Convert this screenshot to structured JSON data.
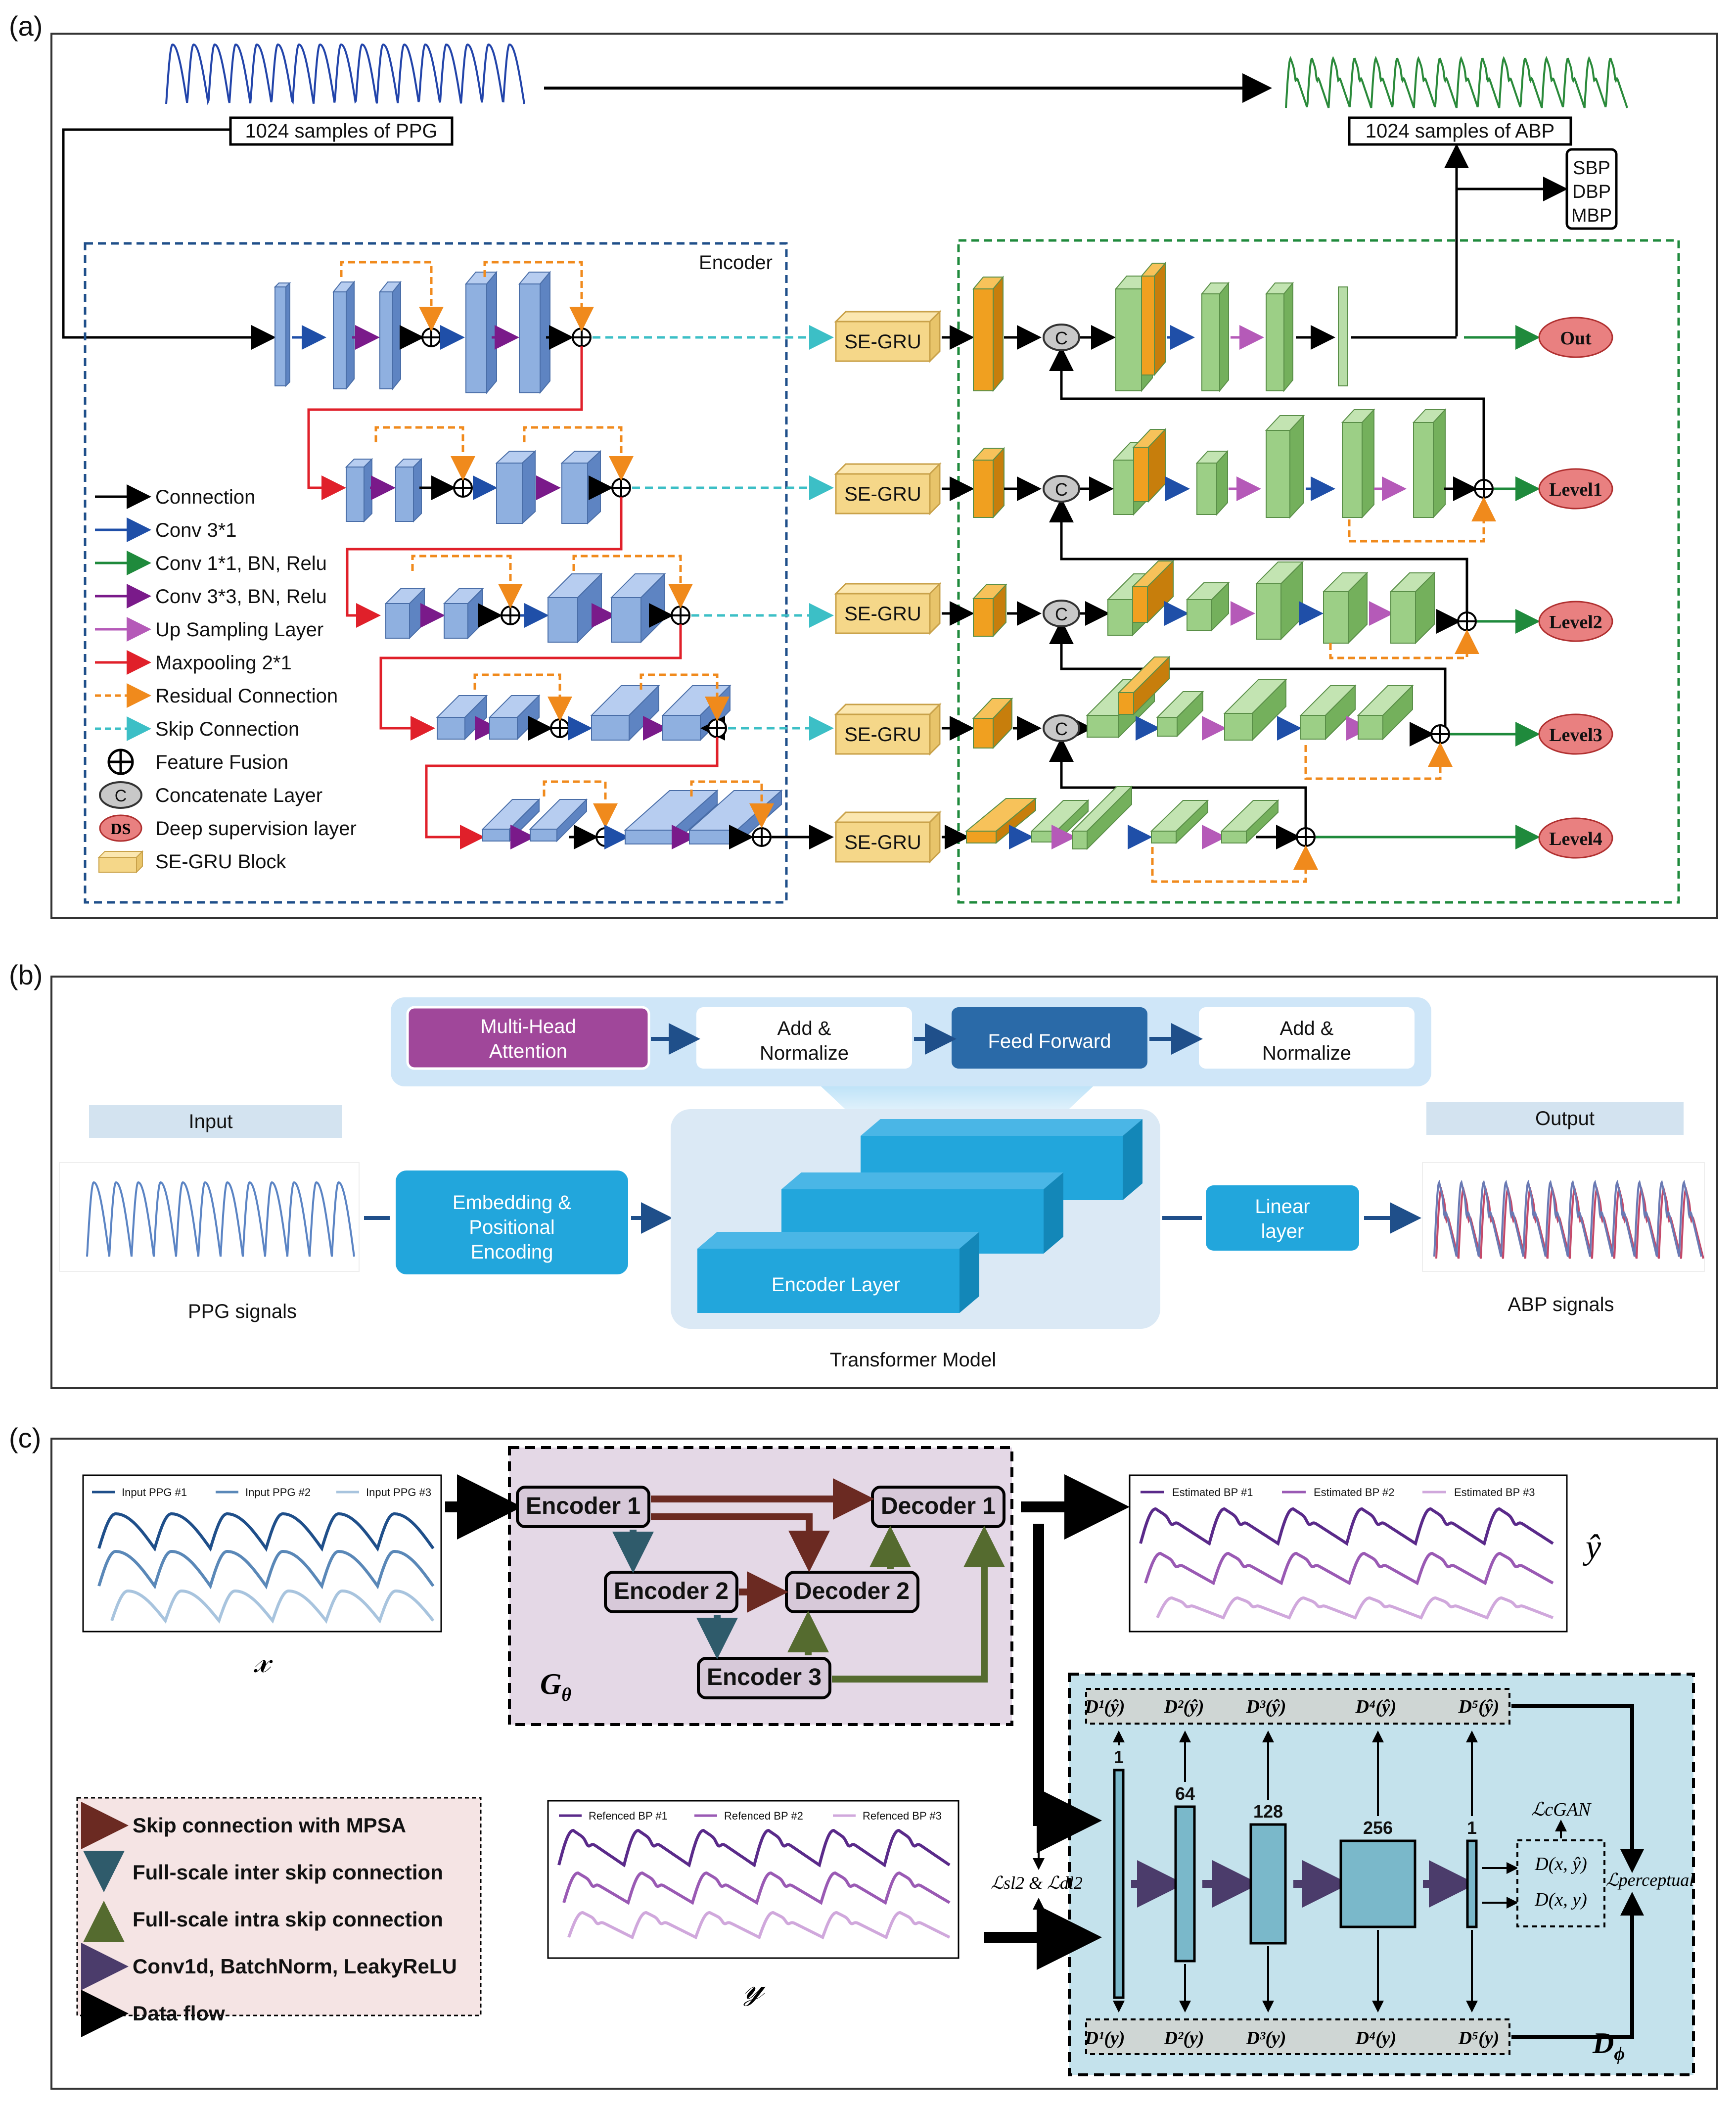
{
  "panel_a": {
    "label": "(a)",
    "ppg_box": "1024 samples of PPG",
    "abp_box": "1024 samples of ABP",
    "bp_outputs": [
      "SBP",
      "DBP",
      "MBP"
    ],
    "encoder_title": "Encoder",
    "segru": "SE-GRU",
    "concat": "C",
    "outputs": [
      "Out",
      "Level1",
      "Level2",
      "Level3",
      "Level4"
    ],
    "legend": [
      {
        "text": "Connection",
        "color": "#000000"
      },
      {
        "text": "Conv 3*1",
        "color": "#1f4fa8"
      },
      {
        "text": "Conv 1*1, BN, Relu",
        "color": "#1f8a3c"
      },
      {
        "text": "Conv 3*3, BN, Relu",
        "color": "#7a1a8a"
      },
      {
        "text": "Up Sampling Layer",
        "color": "#b55ab8"
      },
      {
        "text": "Maxpooling 2*1",
        "color": "#e0202a"
      },
      {
        "text": "Residual Connection",
        "color": "#f08a1c"
      },
      {
        "text": "Skip Connection",
        "color": "#3cbfc6"
      },
      {
        "text": "Feature Fusion"
      },
      {
        "text": "Concatenate Layer",
        "symbol": "C"
      },
      {
        "text": "Deep supervision layer",
        "symbol": "DS"
      },
      {
        "text": "SE-GRU Block"
      }
    ],
    "colors": {
      "encoder": "#8fb0e0",
      "decoder": "#9ccf86",
      "segru": "#f5d789",
      "orange": "#f0a020",
      "out": "#e98080"
    }
  },
  "panel_b": {
    "label": "(b)",
    "blocks": [
      "Multi-Head Attention",
      "Add & Normalize",
      "Feed Forward",
      "Add & Normalize"
    ],
    "input_label": "Input",
    "output_label": "Output",
    "embedding": "Embedding & Positional Encoding",
    "encoder_layer": "Encoder Layer",
    "linear": "Linear layer",
    "ppg_caption": "PPG signals",
    "abp_caption": "ABP signals",
    "model_caption": "Transformer Model"
  },
  "panel_c": {
    "label": "(c)",
    "input_legend": [
      "Input PPG #1",
      "Input PPG #2",
      "Input PPG #3"
    ],
    "est_legend": [
      "Estimated BP #1",
      "Estimated BP #2",
      "Estimated BP #3"
    ],
    "ref_legend": [
      "Refenced BP #1",
      "Refenced BP #2",
      "Refenced BP #3"
    ],
    "x_symbol": "𝓍",
    "yhat_symbol": "ŷ",
    "y_symbol": "𝓎",
    "generator": {
      "encoder1": "Encoder 1",
      "encoder2": "Encoder 2",
      "encoder3": "Encoder 3",
      "decoder1": "Decoder 1",
      "decoder2": "Decoder 2",
      "label": "G",
      "label_sub": "θ"
    },
    "discriminator": {
      "channels": [
        "1",
        "64",
        "128",
        "256",
        "1"
      ],
      "top_feats": [
        "D¹(ŷ)",
        "D²(ŷ)",
        "D³(ŷ)",
        "D⁴(ŷ)",
        "D⁵(ŷ)"
      ],
      "bot_feats": [
        "D¹(y)",
        "D²(y)",
        "D³(y)",
        "D⁴(y)",
        "D⁵(y)"
      ],
      "d_hat": "D(x, ŷ)",
      "d_real": "D(x, y)",
      "l_cgan": "ℒcGAN",
      "l_perc": "ℒperceptual",
      "l_loss": "ℒsl2 & ℒdl2",
      "label": "D",
      "label_sub": "ϕ"
    },
    "legend": [
      {
        "text": "Skip connection with MPSA",
        "color": "#6b2a22"
      },
      {
        "text": "Full-scale inter skip connection",
        "color": "#2f5b6b"
      },
      {
        "text": "Full-scale intra skip connection",
        "color": "#556b2f"
      },
      {
        "text": "Conv1d, BatchNorm, LeakyReLU",
        "color": "#4b3c6b"
      },
      {
        "text": "Data flow",
        "color": "#000000"
      }
    ]
  }
}
